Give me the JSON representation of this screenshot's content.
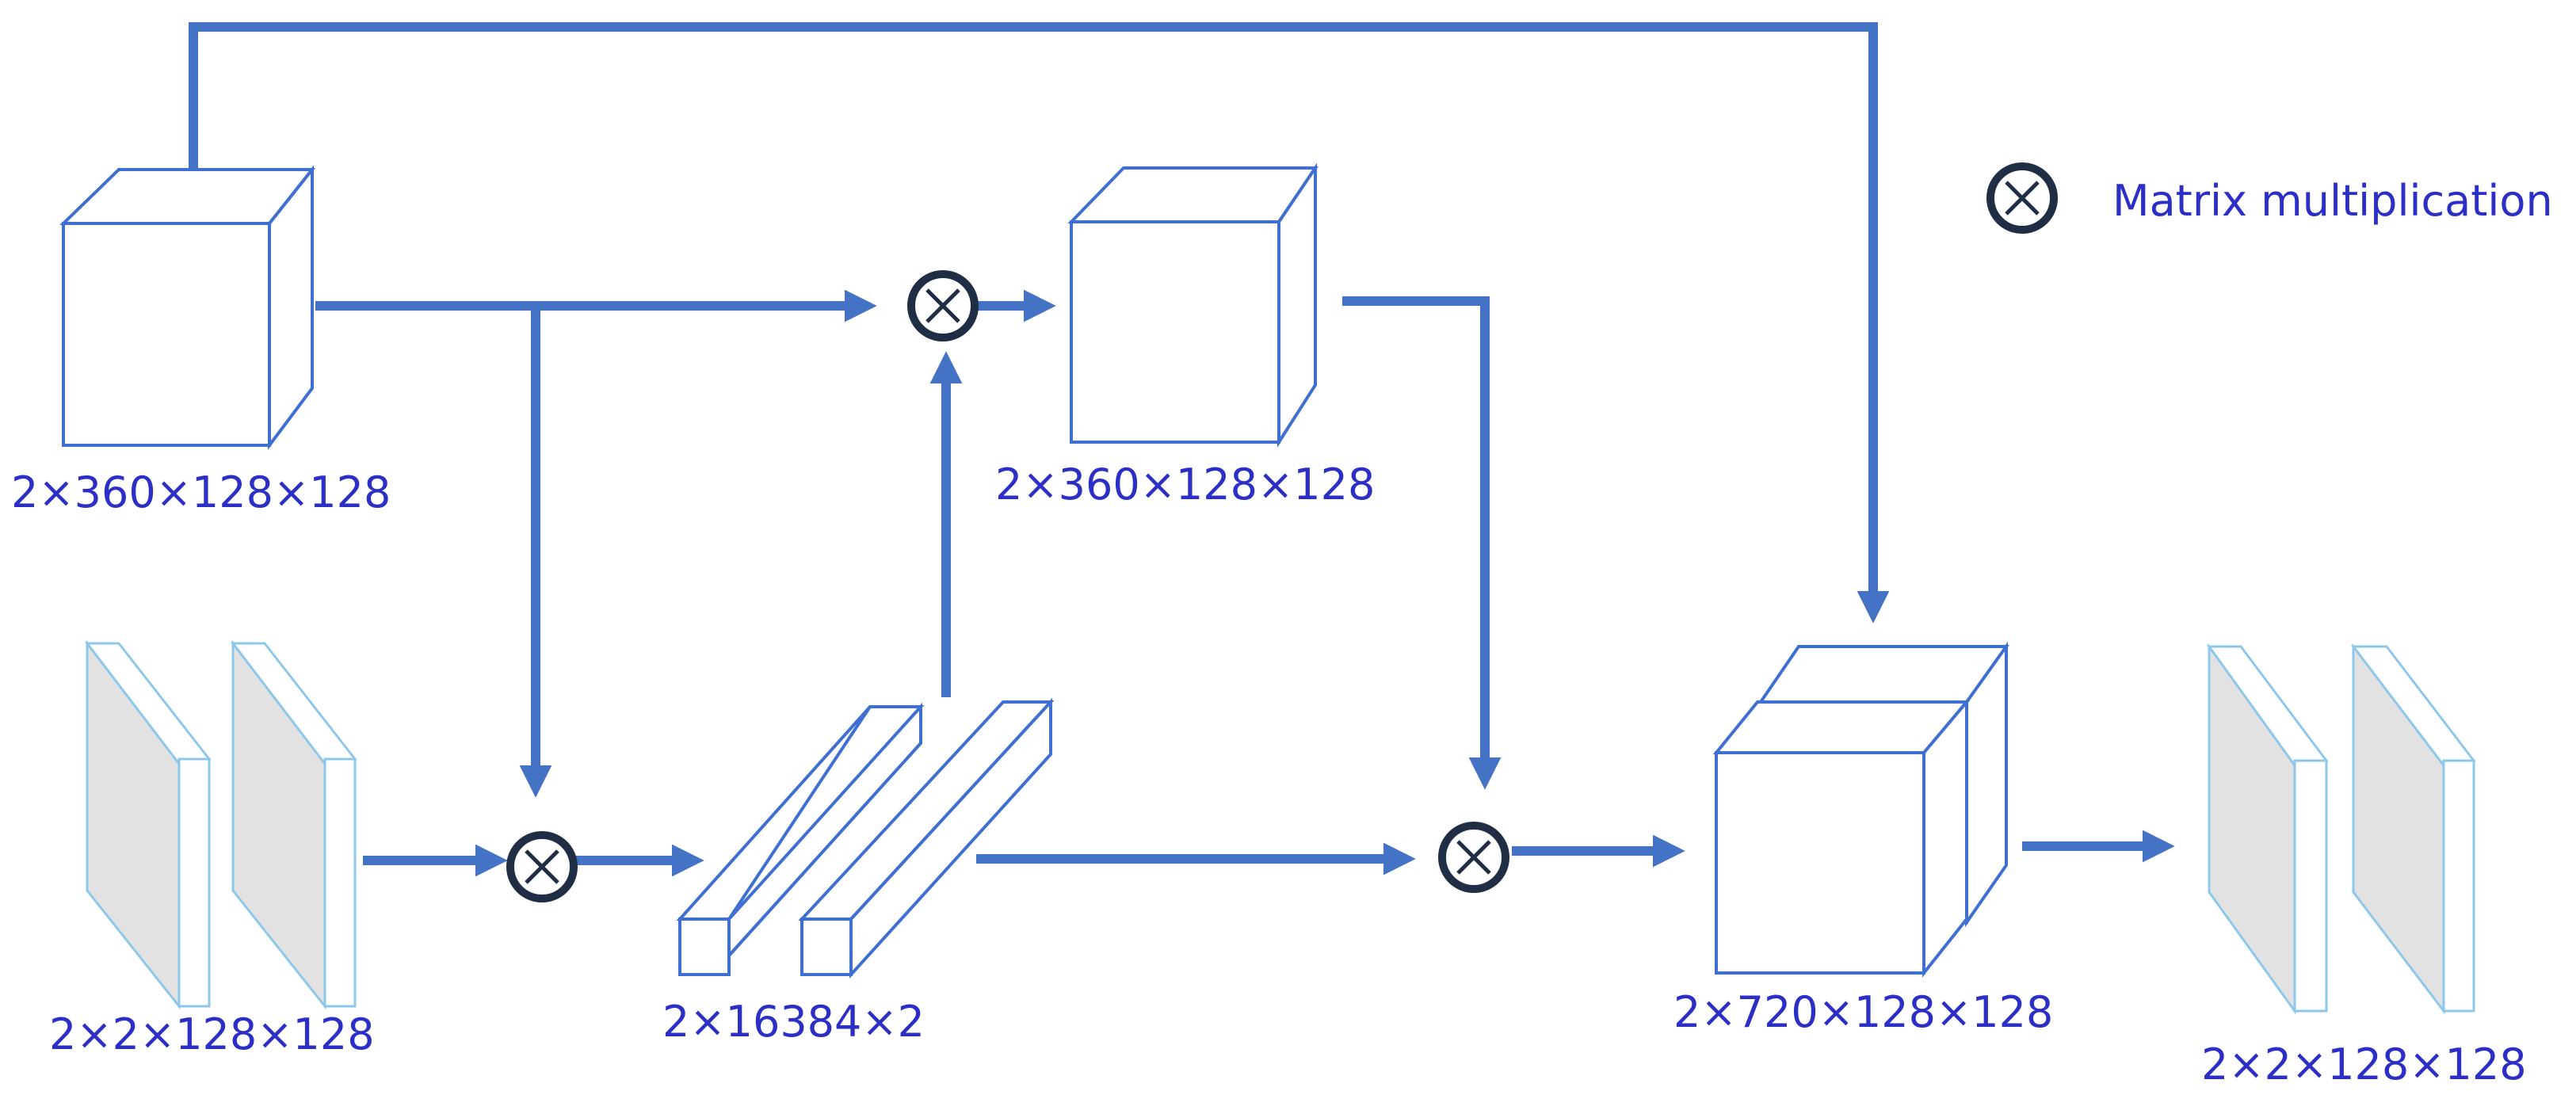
{
  "labels": {
    "input_feature": "2×360×128×128",
    "attended_feature": "2×360×128×128",
    "input_maps": "2×2×128×128",
    "vectors": "2×16384×2",
    "concat_feature": "2×720×128×128",
    "output_maps": "2×2×128×128"
  },
  "legend": {
    "symbol": "⊗",
    "text": "Matrix multiplication"
  },
  "colors": {
    "stroke": "#3F6FD1",
    "arrow": "#4472C4",
    "label": "#2B2FC6",
    "plate_face": "#E2E2E2",
    "plate_edge": "#8FC7EB",
    "op_border": "#1F2E44"
  }
}
